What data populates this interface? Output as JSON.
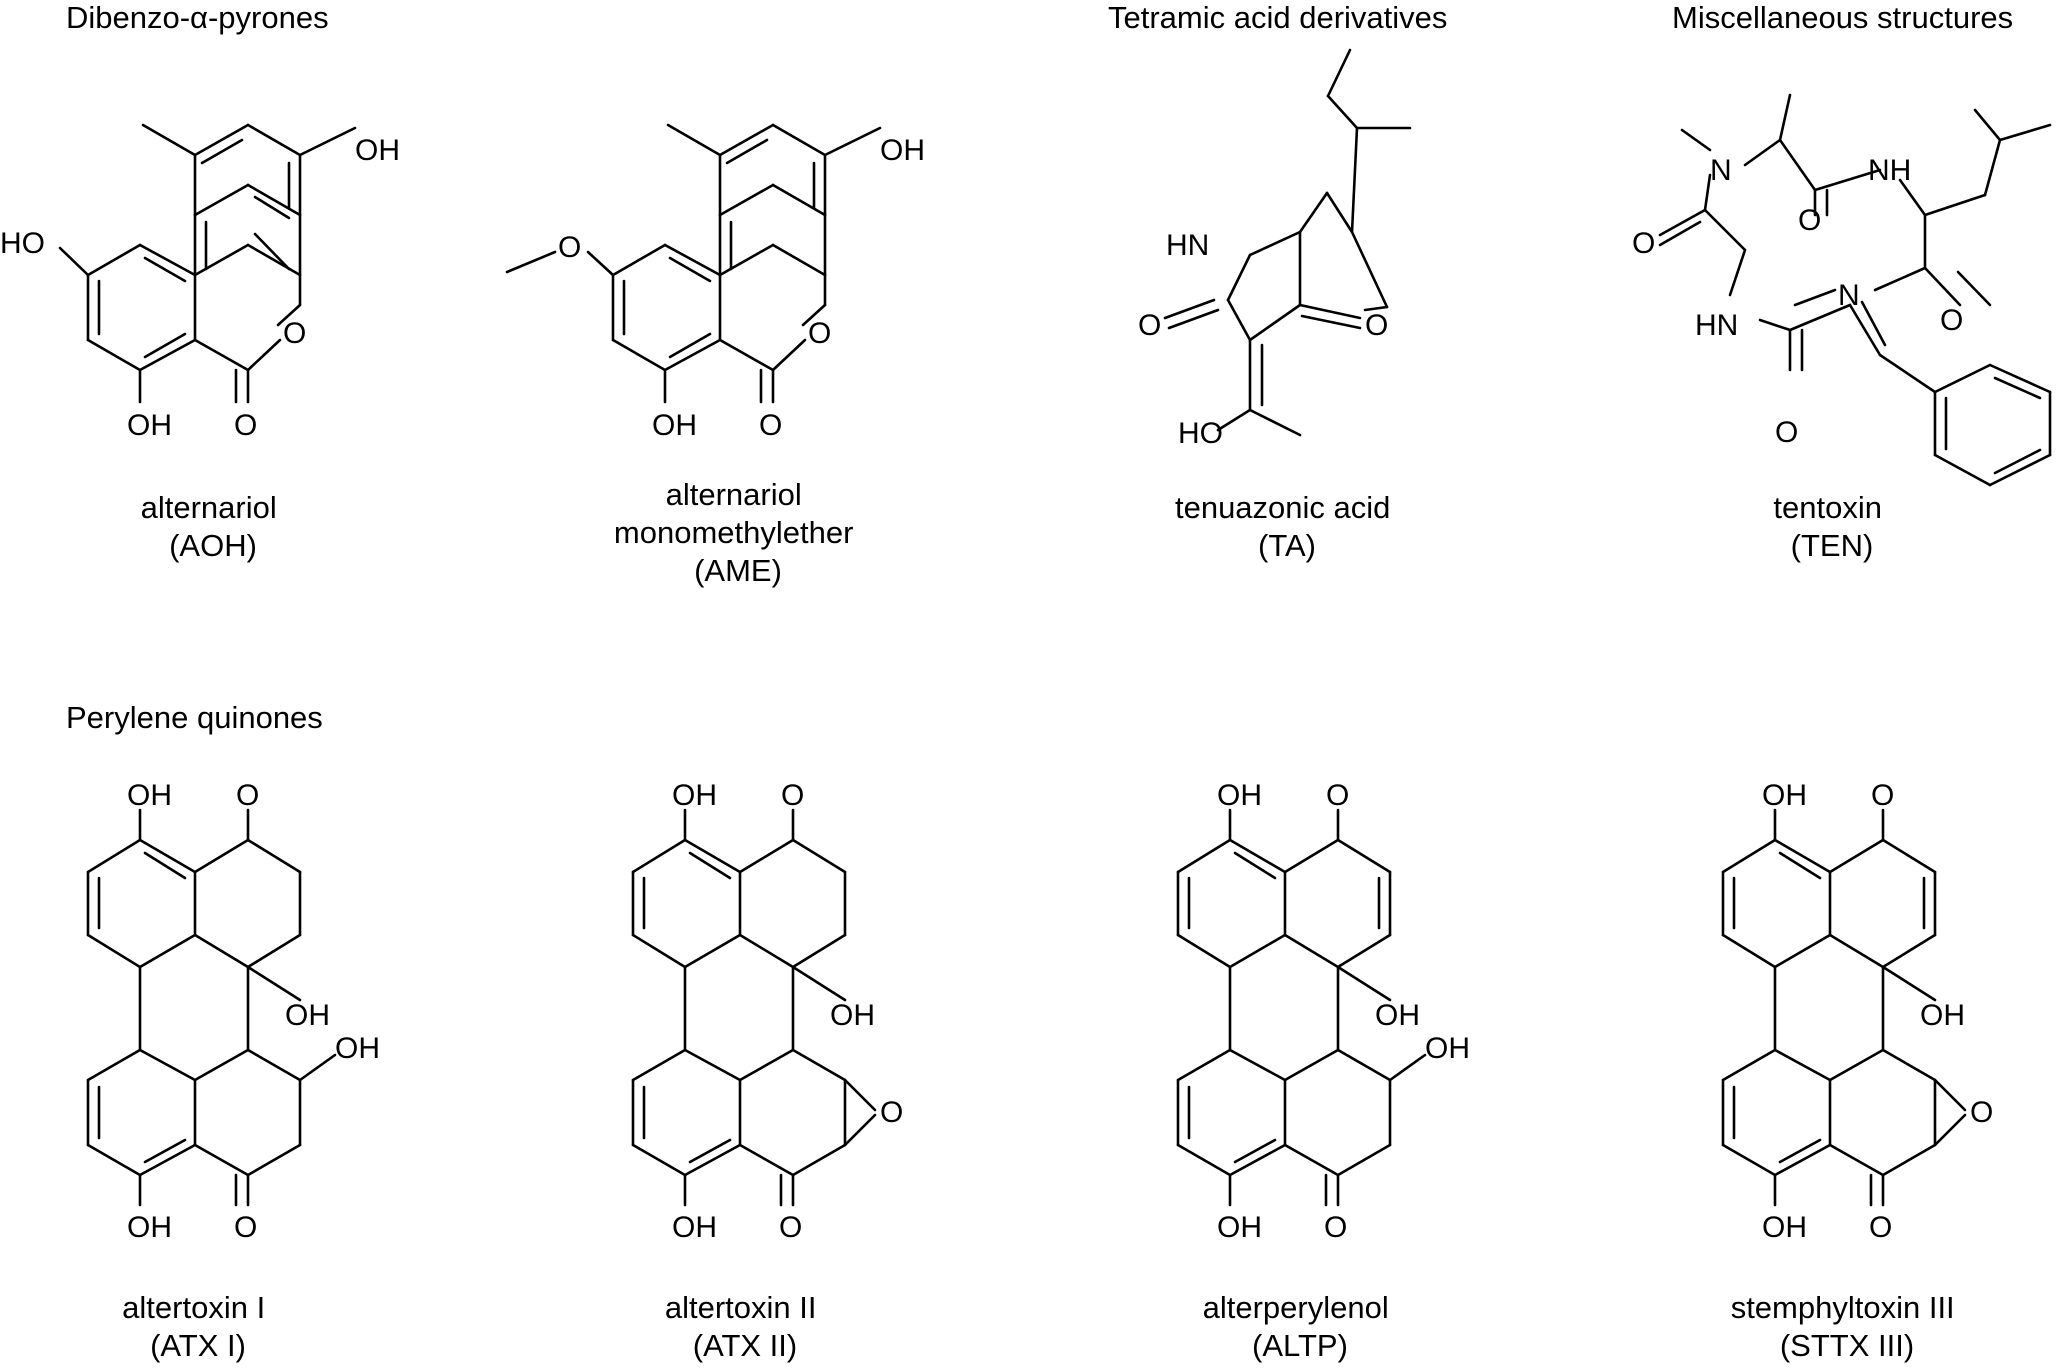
{
  "categories": [
    {
      "id": "dibenzo",
      "text": "Dibenzo-α-pyrones"
    },
    {
      "id": "tetramic",
      "text": "Tetramic acid derivatives"
    },
    {
      "id": "misc",
      "text": "Miscellaneous structures"
    },
    {
      "id": "perylene",
      "text": "Perylene quinones"
    }
  ],
  "compounds": [
    {
      "id": "aoh",
      "lines": [
        "alternariol",
        "(AOH)"
      ]
    },
    {
      "id": "ame",
      "lines": [
        "alternariol",
        "monomethylether",
        "(AME)"
      ]
    },
    {
      "id": "ta",
      "lines": [
        "tenuazonic acid",
        "(TA)"
      ]
    },
    {
      "id": "ten",
      "lines": [
        "tentoxin",
        "(TEN)"
      ]
    },
    {
      "id": "atx1",
      "lines": [
        "altertoxin I",
        "(ATX I)"
      ]
    },
    {
      "id": "atx2",
      "lines": [
        "altertoxin II",
        "(ATX II)"
      ]
    },
    {
      "id": "altp",
      "lines": [
        "alterperylenol",
        "(ALTP)"
      ]
    },
    {
      "id": "sttx3",
      "lines": [
        "stemphyltoxin III",
        "(STTX III)"
      ]
    }
  ],
  "atom_labels": {
    "oh": "OH",
    "ho": "HO",
    "o": "O",
    "hn": "HN",
    "n": "N",
    "nh": "NH"
  }
}
